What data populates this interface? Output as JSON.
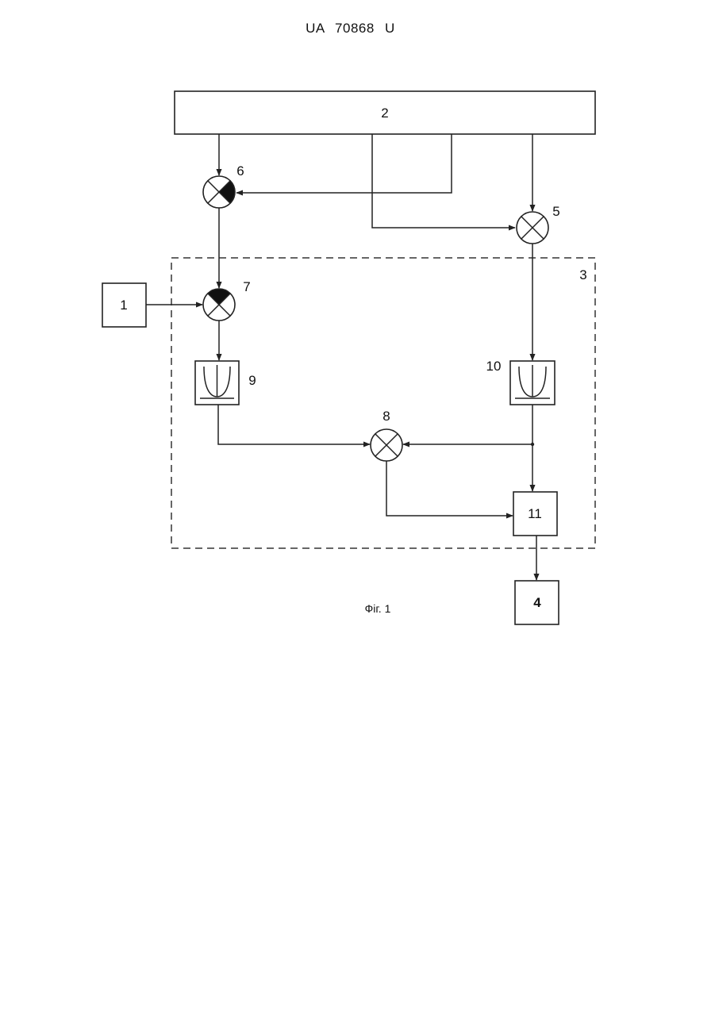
{
  "header": {
    "doc_number": "UA   70868   U"
  },
  "diagram": {
    "caption": "Фіг. 1",
    "labels": {
      "b1": "1",
      "b2": "2",
      "b3": "3",
      "b4": "4",
      "m5": "5",
      "m6": "6",
      "m7": "7",
      "m8": "8",
      "f9": "9",
      "f10": "10",
      "b11": "11"
    }
  }
}
